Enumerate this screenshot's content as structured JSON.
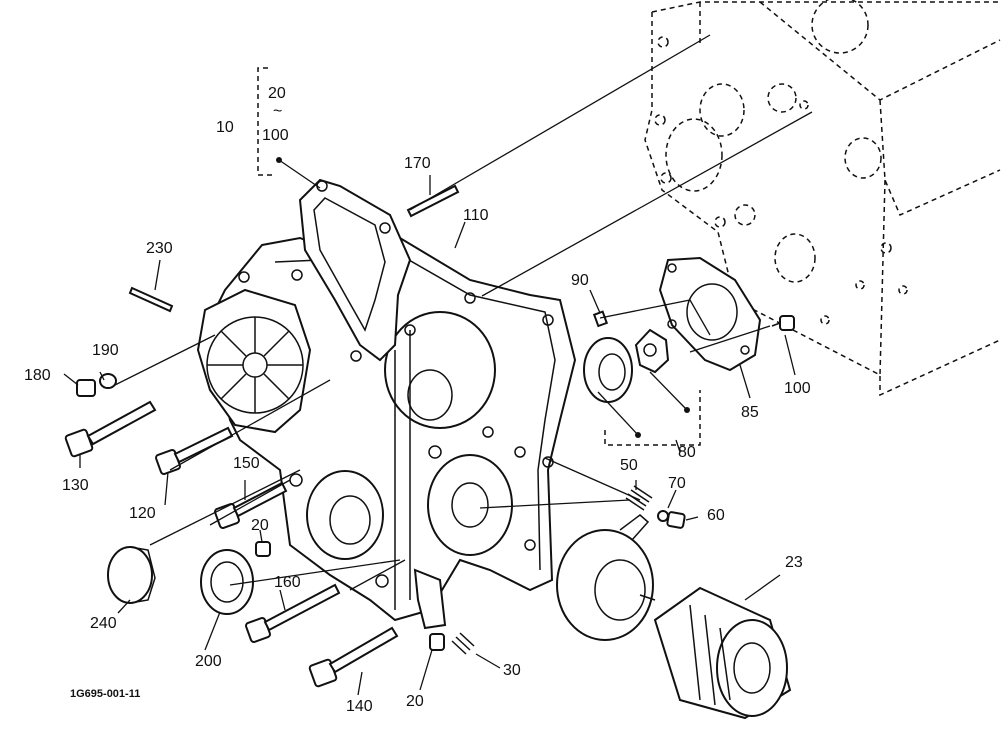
{
  "labels": {
    "l10": "10",
    "l20_top": "20",
    "tilde": "~",
    "l100_top": "100",
    "l170": "170",
    "l110": "110",
    "l230": "230",
    "l90": "90",
    "l190": "190",
    "l180": "180",
    "l85": "85",
    "l100": "100",
    "l80": "80",
    "l130": "130",
    "l50": "50",
    "l70": "70",
    "l60": "60",
    "l150": "150",
    "l120": "120",
    "l20_mid": "20",
    "l23": "23",
    "l240": "240",
    "l160": "160",
    "l200": "200",
    "l30": "30",
    "l140": "140",
    "l20_bot": "20"
  },
  "figure_code": "1G695-001-11"
}
